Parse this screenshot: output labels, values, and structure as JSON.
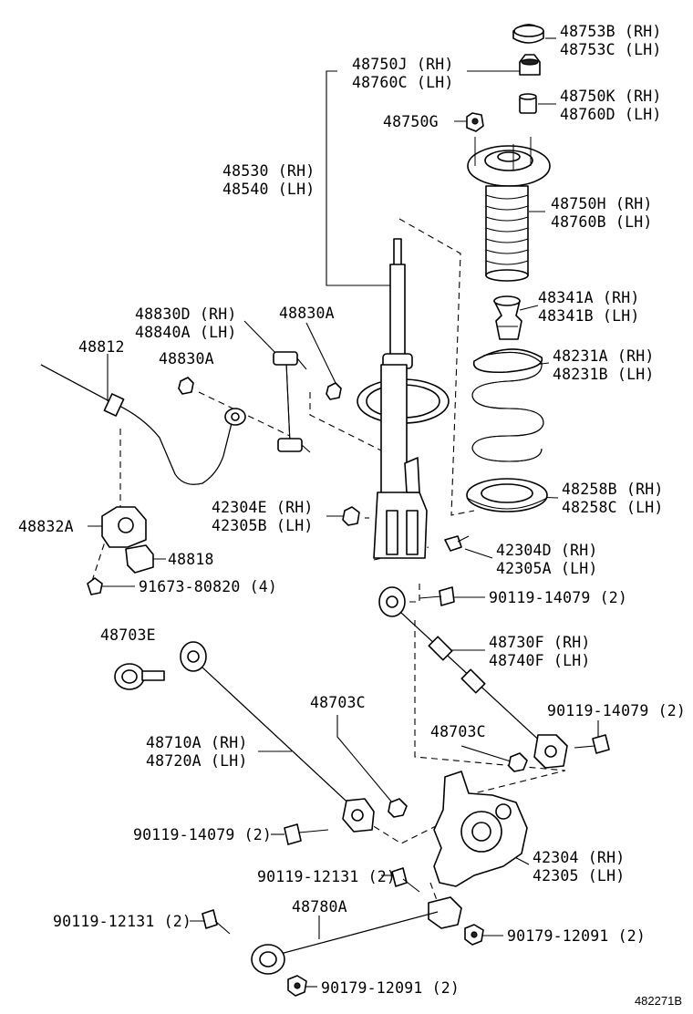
{
  "labels": {
    "l48753": [
      "48753B (RH)",
      "48753C (LH)"
    ],
    "l48750J": [
      "48750J (RH)",
      "48760C (LH)"
    ],
    "l48750K": [
      "48750K (RH)",
      "48760D (LH)"
    ],
    "l48750G": [
      "48750G"
    ],
    "l48530": [
      "48530 (RH)",
      "48540 (LH)"
    ],
    "l48750H": [
      "48750H (RH)",
      "48760B (LH)"
    ],
    "l48341": [
      "48341A (RH)",
      "48341B (LH)"
    ],
    "l48830D": [
      "48830D (RH)",
      "48840A (LH)"
    ],
    "l48830A1": [
      "48830A"
    ],
    "l48812": [
      "48812"
    ],
    "l48830A2": [
      "48830A"
    ],
    "l48231": [
      "48231A (RH)",
      "48231B (LH)"
    ],
    "l48258": [
      "48258B (RH)",
      "48258C (LH)"
    ],
    "l42304E": [
      "42304E (RH)",
      "42305B (LH)"
    ],
    "l48832A": [
      "48832A"
    ],
    "l48818": [
      "48818"
    ],
    "l42304D": [
      "42304D (RH)",
      "42305A (LH)"
    ],
    "l91673": [
      "91673-80820 (4)"
    ],
    "l90119a": [
      "90119-14079 (2)"
    ],
    "l48703E": [
      "48703E"
    ],
    "l48730F": [
      "48730F (RH)",
      "48740F (LH)"
    ],
    "l48703C1": [
      "48703C"
    ],
    "l90119b": [
      "90119-14079 (2)"
    ],
    "l48710A": [
      "48710A (RH)",
      "48720A (LH)"
    ],
    "l48703C2": [
      "48703C"
    ],
    "l90119c": [
      "90119-14079 (2)"
    ],
    "l42304": [
      "42304 (RH)",
      "42305 (LH)"
    ],
    "l90119d": [
      "90119-12131 (2)"
    ],
    "l48780A": [
      "48780A"
    ],
    "l90119e": [
      "90119-12131 (2)"
    ],
    "l90179a": [
      "90179-12091 (2)"
    ],
    "l90179b": [
      "90179-12091 (2)"
    ]
  },
  "diagram_ref": "482271B"
}
